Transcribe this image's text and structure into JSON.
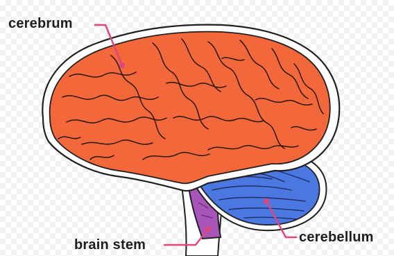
{
  "labels": {
    "cerebrum": "cerebrum",
    "cerebellum": "cerebellum",
    "brain_stem": "brain stem"
  },
  "colors": {
    "cerebrum": "#f2683a",
    "cerebellum": "#4a78e0",
    "brain_stem": "#a855b9",
    "leader_lines": "#e0467e",
    "outline": "#1f1f1f"
  }
}
